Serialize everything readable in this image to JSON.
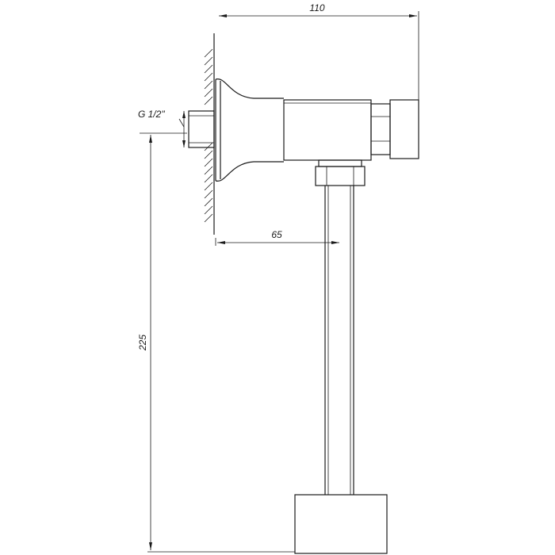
{
  "dimensions": {
    "overall_depth": "110",
    "wall_to_outlet": "65",
    "height": "225",
    "thread": "G 1/2\""
  },
  "colors": {
    "line": "#1a1a1a",
    "background": "#ffffff"
  }
}
